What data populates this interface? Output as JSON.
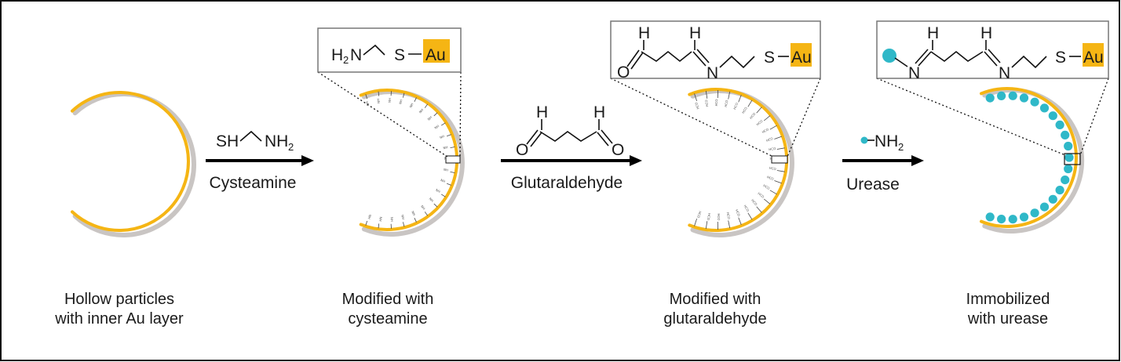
{
  "colors": {
    "gold": "#F5B514",
    "shell": "#C9C5C3",
    "urease": "#2FB8C8",
    "text": "#1a1a1a"
  },
  "captions": [
    [
      "Hollow particles",
      "with inner Au layer"
    ],
    [
      "Modified with",
      "cysteamine"
    ],
    [
      "Modified with",
      "glutaraldehyde"
    ],
    [
      "Immobilized",
      "with urease"
    ]
  ],
  "steps": [
    {
      "reagent_label": "Cysteamine",
      "formula": {
        "left": "SH",
        "right": "NH",
        "sub": "2"
      }
    },
    {
      "reagent_label": "Glutaraldehyde",
      "formula": {
        "h": "H",
        "o": "O"
      }
    },
    {
      "reagent_label": "Urease",
      "formula": {
        "right": "NH",
        "sub": "2"
      }
    }
  ],
  "insets": {
    "cysteamine": {
      "h2n": "H",
      "sub": "2",
      "n": "N",
      "s": "S",
      "au": "Au"
    },
    "glutaraldehyde": {
      "h": "H",
      "o": "O",
      "n": "N",
      "s": "S",
      "au": "Au"
    },
    "urease": {
      "h": "H",
      "n": "N",
      "s": "S",
      "au": "Au"
    }
  },
  "surface_labels": {
    "amine": "NH",
    "aldehyde": "HCO"
  }
}
